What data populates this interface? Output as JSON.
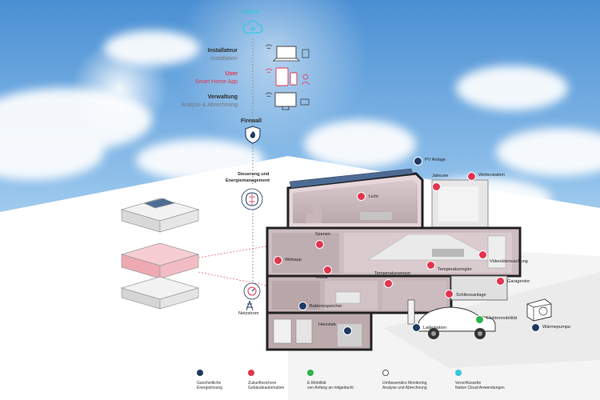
{
  "top": {
    "cloud_title": "Cloud",
    "installer_title": "Installateur",
    "installer_sub": "Installation",
    "user_title": "User",
    "user_sub": "Smart Home App",
    "admin_title": "Verwaltung",
    "admin_sub": "Analyse & Abrechnung",
    "firewall": "Firewall",
    "control_line1": "Steuerung und",
    "control_line2": "Energiemanagement",
    "grid": "Netzstrom"
  },
  "labels": {
    "pv": "PV Anlage",
    "blind": "Jalousie",
    "weather": "Wetterstation",
    "light": "Licht",
    "scenes": "Szenen",
    "webapp": "Webapp",
    "music": "Musik",
    "tempsensor": "Temperatursensor",
    "tempcontrol": "Temperaturregler",
    "video": "Videoüberwachung",
    "garage": "Garagentor",
    "battery": "Batteriespeicher",
    "heating": "Heizstab",
    "lock": "Schliessanlage",
    "station": "Ladestation",
    "emobility": "Elektromobilität",
    "heatpump": "Wärmepumpe"
  },
  "legend": [
    {
      "line1": "Ganzheitliche",
      "line2": "Energielösung",
      "color": "#1f3a63",
      "filled": true
    },
    {
      "line1": "Zukunftssichere",
      "line2": "Gebäudeautomation",
      "color": "#e2344f",
      "filled": true
    },
    {
      "line1": "E-Mobilität",
      "line2": "von Anfang an mitgedacht",
      "color": "#2bb44a",
      "filled": true
    },
    {
      "line1": "Umfassendes Monitoring,",
      "line2": "Analyse und Abrechnung",
      "color": "#555555",
      "filled": false
    },
    {
      "line1": "Verschlüsselte",
      "line2": "Native Cloud Anwendungen",
      "color": "#38c6e0",
      "filled": true
    }
  ],
  "colors": {
    "accent_red": "#e2344f",
    "accent_cyan": "#38c6e0",
    "navy": "#1f3a63",
    "green": "#2bb44a"
  }
}
